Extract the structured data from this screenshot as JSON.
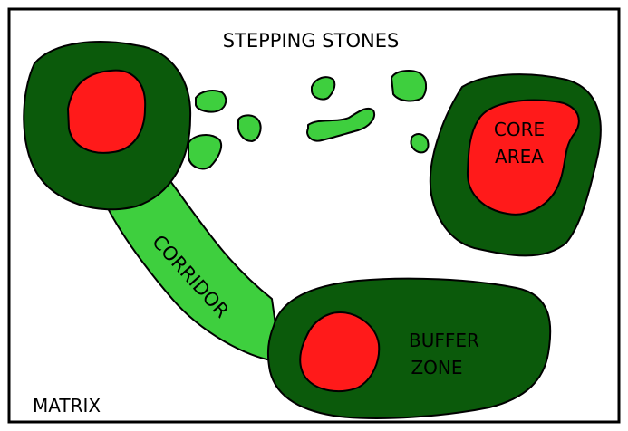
{
  "labels": {
    "stepping_stones": "STEPPING STONES",
    "core_line1": "CORE",
    "core_line2": "AREA",
    "corridor": "CORRIDOR",
    "buffer_line1": "BUFFER",
    "buffer_line2": "ZONE",
    "matrix": "MATRIX"
  },
  "colors": {
    "buffer": "#0b5a0b",
    "core": "#ff1a1a",
    "corridor": "#3ecf3e",
    "stepping_stone": "#3ecf3e",
    "outline": "#000000",
    "background": "#ffffff"
  }
}
